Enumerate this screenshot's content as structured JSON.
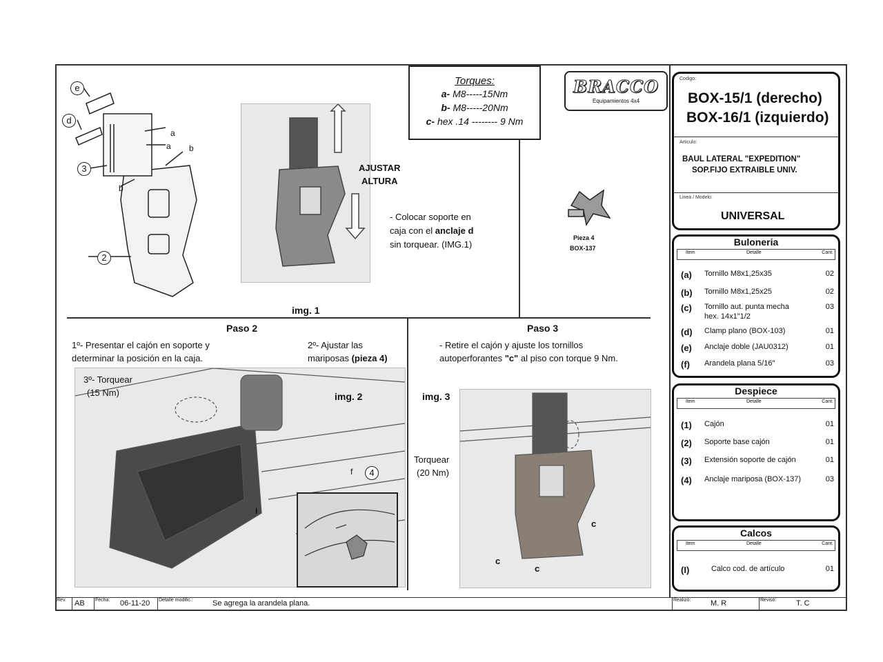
{
  "torques": {
    "title": "Torques:",
    "rows": [
      {
        "key": "a-",
        "text": "M8-----15Nm"
      },
      {
        "key": "b-",
        "text": "M8-----20Nm"
      },
      {
        "key": "c-",
        "text": "hex .14 -------- 9 Nm"
      }
    ]
  },
  "logo": {
    "brand": "BRACCO",
    "sub": "Equipamientos 4x4"
  },
  "codigo": {
    "label": "Codigo:",
    "line1": "BOX-15/1 (derecho)",
    "line2": "BOX-16/1 (izquierdo)"
  },
  "articulo": {
    "label": "Articulo:",
    "line1": "BAUL LATERAL  \"EXPEDITION\"",
    "line2": "SOP.FIJO EXTRAIBLE UNIV."
  },
  "linea": {
    "label": "Linea / Modelo:",
    "value": "UNIVERSAL"
  },
  "table_headers": {
    "item": "Item",
    "detalle": "Detalle",
    "cant": "Cant."
  },
  "buloneria": {
    "title": "Buloneria",
    "rows": [
      {
        "k": "(a)",
        "d": "Tornillo M8x1,25x35",
        "q": "02"
      },
      {
        "k": "(b)",
        "d": "Tornillo M8x1,25x25",
        "q": "02"
      },
      {
        "k": "(c)",
        "d": "Tornillo aut. punta mecha",
        "d2": "hex. 14x1\"1/2",
        "q": "03"
      },
      {
        "k": "(d)",
        "d": "Clamp plano (BOX-103)",
        "q": "01"
      },
      {
        "k": "(e)",
        "d": "Anclaje doble (JAU0312)",
        "q": "01"
      },
      {
        "k": "(f)",
        "d": "Arandela plana 5/16\"",
        "q": "03"
      }
    ]
  },
  "despiece": {
    "title": "Despiece",
    "rows": [
      {
        "k": "(1)",
        "d": "Cajón",
        "q": "01"
      },
      {
        "k": "(2)",
        "d": "Soporte base cajón",
        "q": "01"
      },
      {
        "k": "(3)",
        "d": "Extensión soporte de cajón",
        "q": "01"
      },
      {
        "k": "(4)",
        "d": "Anclaje mariposa (BOX-137)",
        "q": "03"
      }
    ]
  },
  "calcos": {
    "title": "Calcos",
    "rows": [
      {
        "k": "(I)",
        "d": "Calco cod. de artículo",
        "q": "01"
      }
    ]
  },
  "step1": {
    "ajustar1": "AJUSTAR",
    "ajustar2": "ALTURA",
    "instr1": "- Colocar soporte en",
    "instr2a": "caja con el ",
    "instr2b": "anclaje d",
    "instr3": "sin torquear. (IMG.1)",
    "img_label": "img. 1",
    "callouts": {
      "e": "e",
      "d": "d",
      "three": "3",
      "two": "2",
      "a1": "a",
      "a2": "a",
      "b1": "b",
      "b2": "b"
    }
  },
  "pieza4": {
    "line1": "Pieza 4",
    "line2": "BOX-137"
  },
  "paso2": {
    "title": "Paso 2",
    "t1a": "1º- Presentar el cajón en soporte y",
    "t1b": "determinar la posición en la caja.",
    "t2a": "2º- Ajustar las",
    "t2b": "mariposas ",
    "t2c": "(pieza 4)",
    "t3a": "3º- Torquear",
    "t3b": "(15 Nm)",
    "img_label": "img. 2",
    "callout_f": "f",
    "callout_4": "4",
    "callout_I": "I"
  },
  "paso3": {
    "title": "Paso 3",
    "t1": "- Retire el cajón y ajuste los tornillos",
    "t2a": "autoperforantes ",
    "t2b": "\"c\"",
    "t2c": " al piso con torque 9 Nm.",
    "img_label": "img. 3",
    "torquear": "Torquear",
    "nm": "(20 Nm)",
    "c1": "c",
    "c2": "c",
    "c3": "c"
  },
  "footer": {
    "rev_label": "Rev.",
    "rev": "AB",
    "fecha_label": "Fecha:",
    "fecha": "06-11-20",
    "det_label": "Detalle modific.:",
    "det": "Se agrega la arandela plana.",
    "realizo_label": "Realizó:",
    "realizo": "M. R",
    "reviso_label": "Revisó:",
    "reviso": "T. C"
  }
}
